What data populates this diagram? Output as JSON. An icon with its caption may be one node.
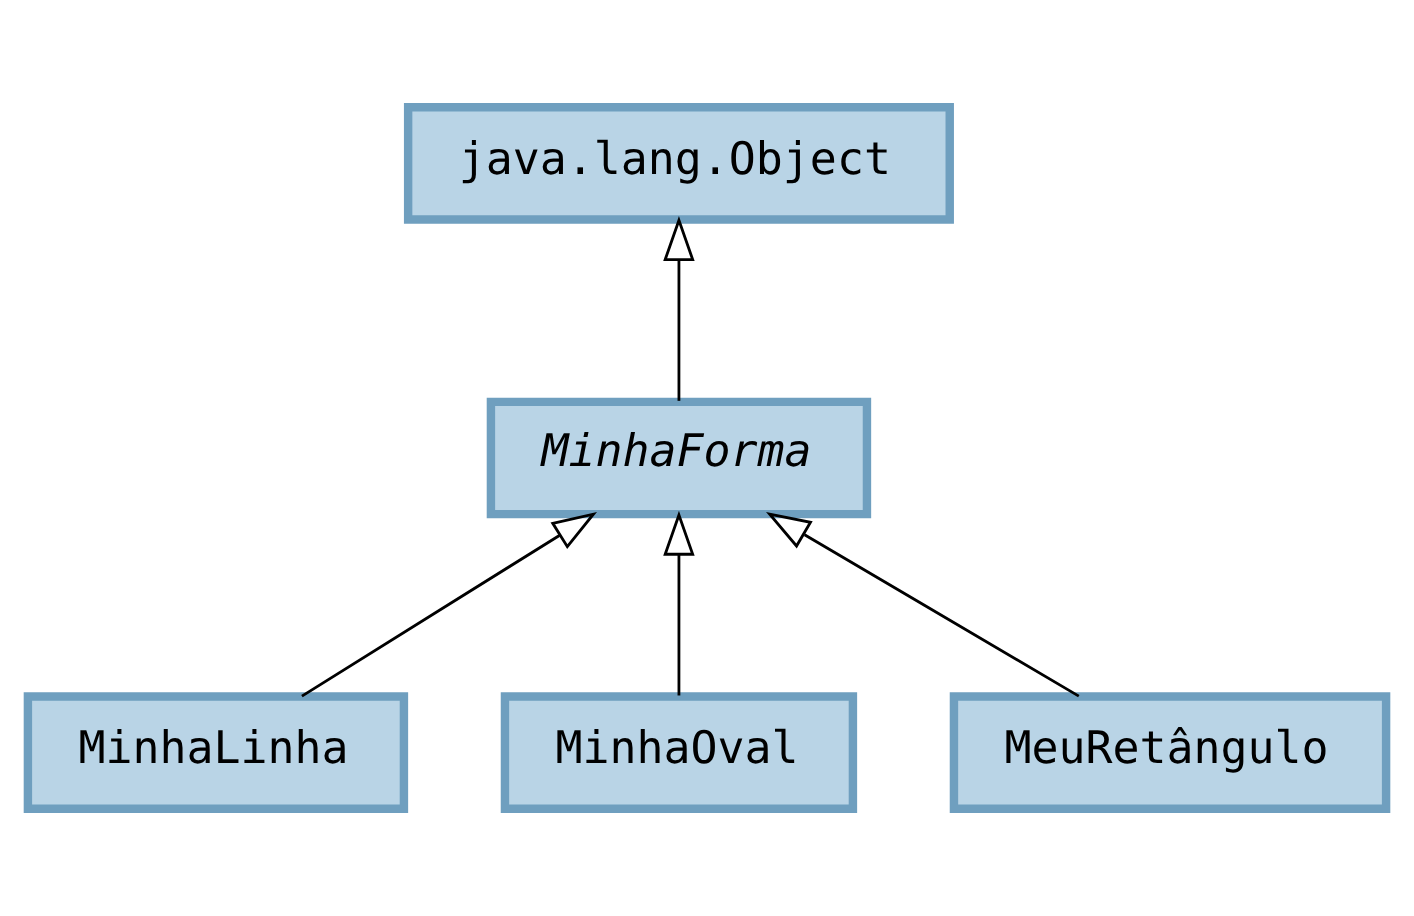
{
  "diagram": {
    "nodes": [
      {
        "text": [
          "java.lang.Object"
        ]
      },
      {
        "text": [
          "MinhaForma"
        ]
      },
      {
        "text": [
          "MinhaLinha"
        ]
      },
      {
        "text": [
          "MinhaOval"
        ]
      },
      {
        "text": [
          "MeuRetângulo"
        ]
      }
    ],
    "edges": [
      {
        "from": 1,
        "to": 0,
        "arrow": "to"
      },
      {
        "from": 2,
        "to": 1,
        "arrow": "to"
      },
      {
        "from": 3,
        "to": 1,
        "arrow": "to"
      },
      {
        "from": 4,
        "to": 1,
        "arrow": "to"
      }
    ]
  }
}
